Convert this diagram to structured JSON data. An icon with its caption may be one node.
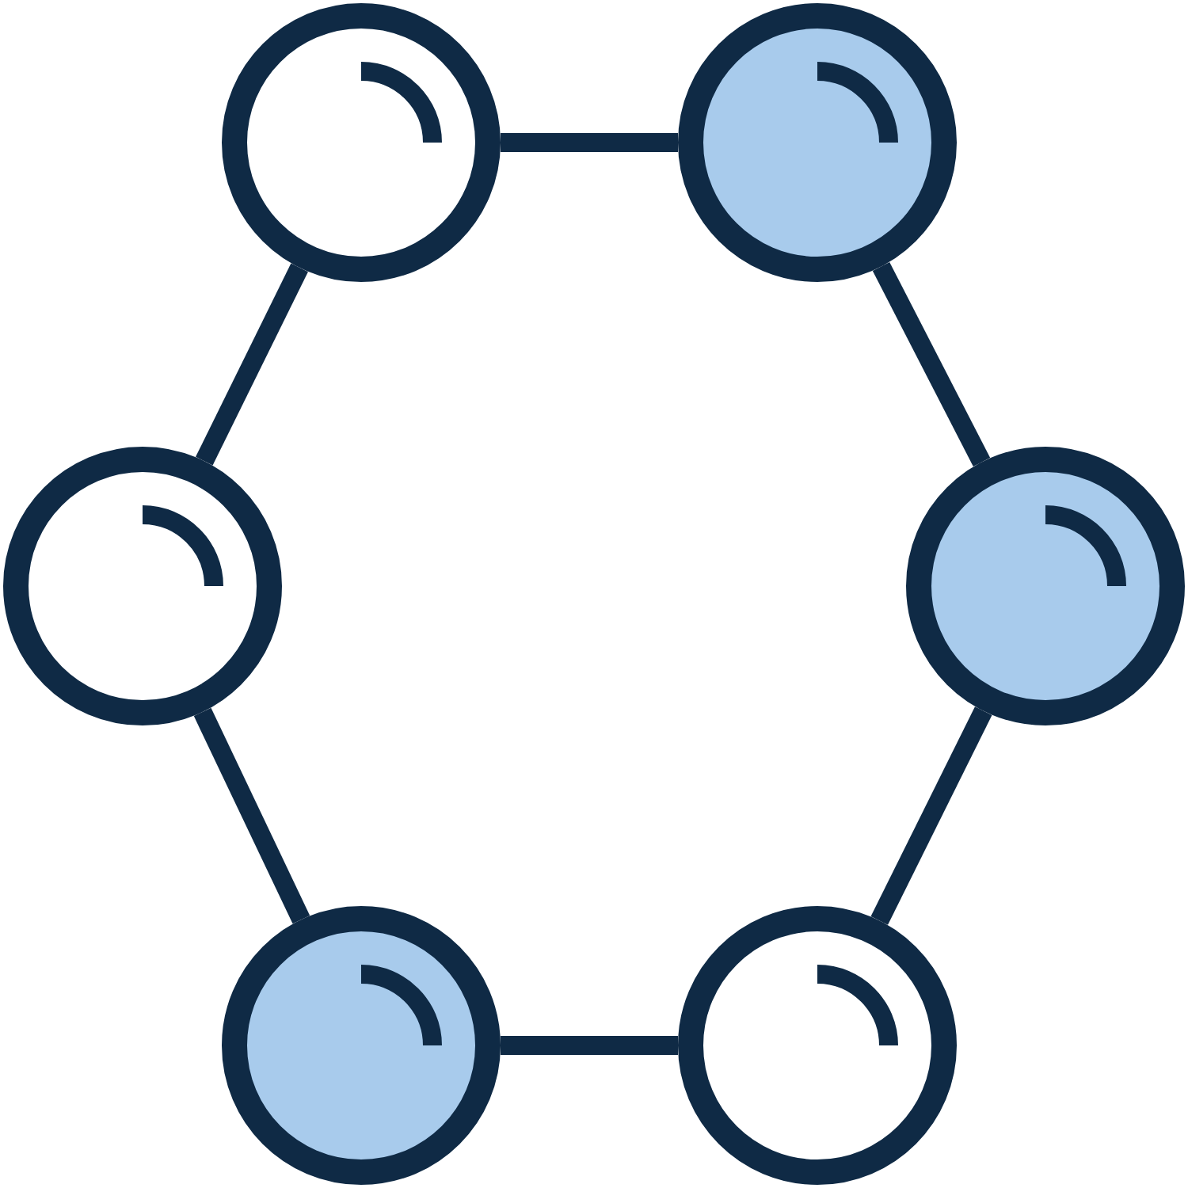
{
  "diagram": {
    "nodes": [
      {
        "text": [],
        "shape": "circle"
      },
      {
        "text": [],
        "shape": "circle"
      },
      {
        "text": [],
        "shape": "circle"
      },
      {
        "text": [],
        "shape": "circle"
      },
      {
        "text": [],
        "shape": "circle"
      },
      {
        "text": [],
        "shape": "circle"
      }
    ],
    "edges": [
      {
        "from": 0,
        "to": 1,
        "arrow": "none"
      },
      {
        "from": 0,
        "to": 2,
        "arrow": "none"
      },
      {
        "from": 1,
        "to": 3,
        "arrow": "none"
      },
      {
        "from": 2,
        "to": 4,
        "arrow": "none"
      },
      {
        "from": 3,
        "to": 5,
        "arrow": "none"
      },
      {
        "from": 4,
        "to": 5,
        "arrow": "none"
      }
    ]
  }
}
